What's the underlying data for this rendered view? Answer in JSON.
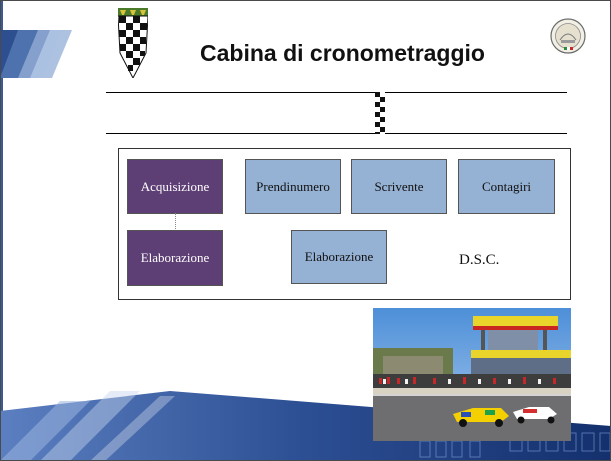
{
  "title": "Cabina di cronometraggio",
  "colors": {
    "dark_box": "#5e3f75",
    "light_box": "#95b1d3",
    "accent_blue": "#3a5a9a"
  },
  "logos": {
    "fic_icon": "checkered-shield-logo",
    "seal_icon": "circular-seal-logo"
  },
  "diagram": {
    "boxes": {
      "acquisizione": "Acquisizione",
      "prendinumero": "Prendinumero",
      "scrivente": "Scrivente",
      "contagiri": "Contagiri",
      "elaborazione_left": "Elaborazione",
      "elaborazione_center": "Elaborazione"
    },
    "dsc_label": "D.S.C."
  },
  "photo": {
    "icon": "race-track-photo"
  }
}
